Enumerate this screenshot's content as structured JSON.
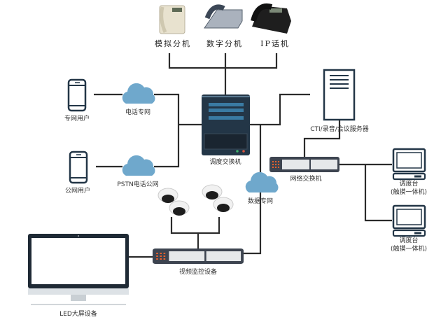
{
  "nodes": {
    "analog_phone": "模拟分机",
    "digital_phone": "数字分机",
    "ip_phone": "IP话机",
    "private_user": "专网用户",
    "public_user": "公网用户",
    "phone_private_net": "电话专网",
    "pstn_net": "PSTN电话公网",
    "dispatch_switch": "调度交换机",
    "cti_server": "CTI/录音/会议服务器",
    "network_switch": "网络交换机",
    "data_net": "数据专网",
    "console1_title": "调度台",
    "console1_sub": "(触摸一体机)",
    "console2_title": "调度台",
    "console2_sub": "(触摸一体机)",
    "video_monitor": "视频监控设备",
    "led_screen": "LED大屏设备"
  },
  "colors": {
    "cloud": "#6fa8cc",
    "device_dark": "#233647",
    "line": "#2b2b2b",
    "switch_body": "#3d4450",
    "port_led": "#e8602c"
  }
}
